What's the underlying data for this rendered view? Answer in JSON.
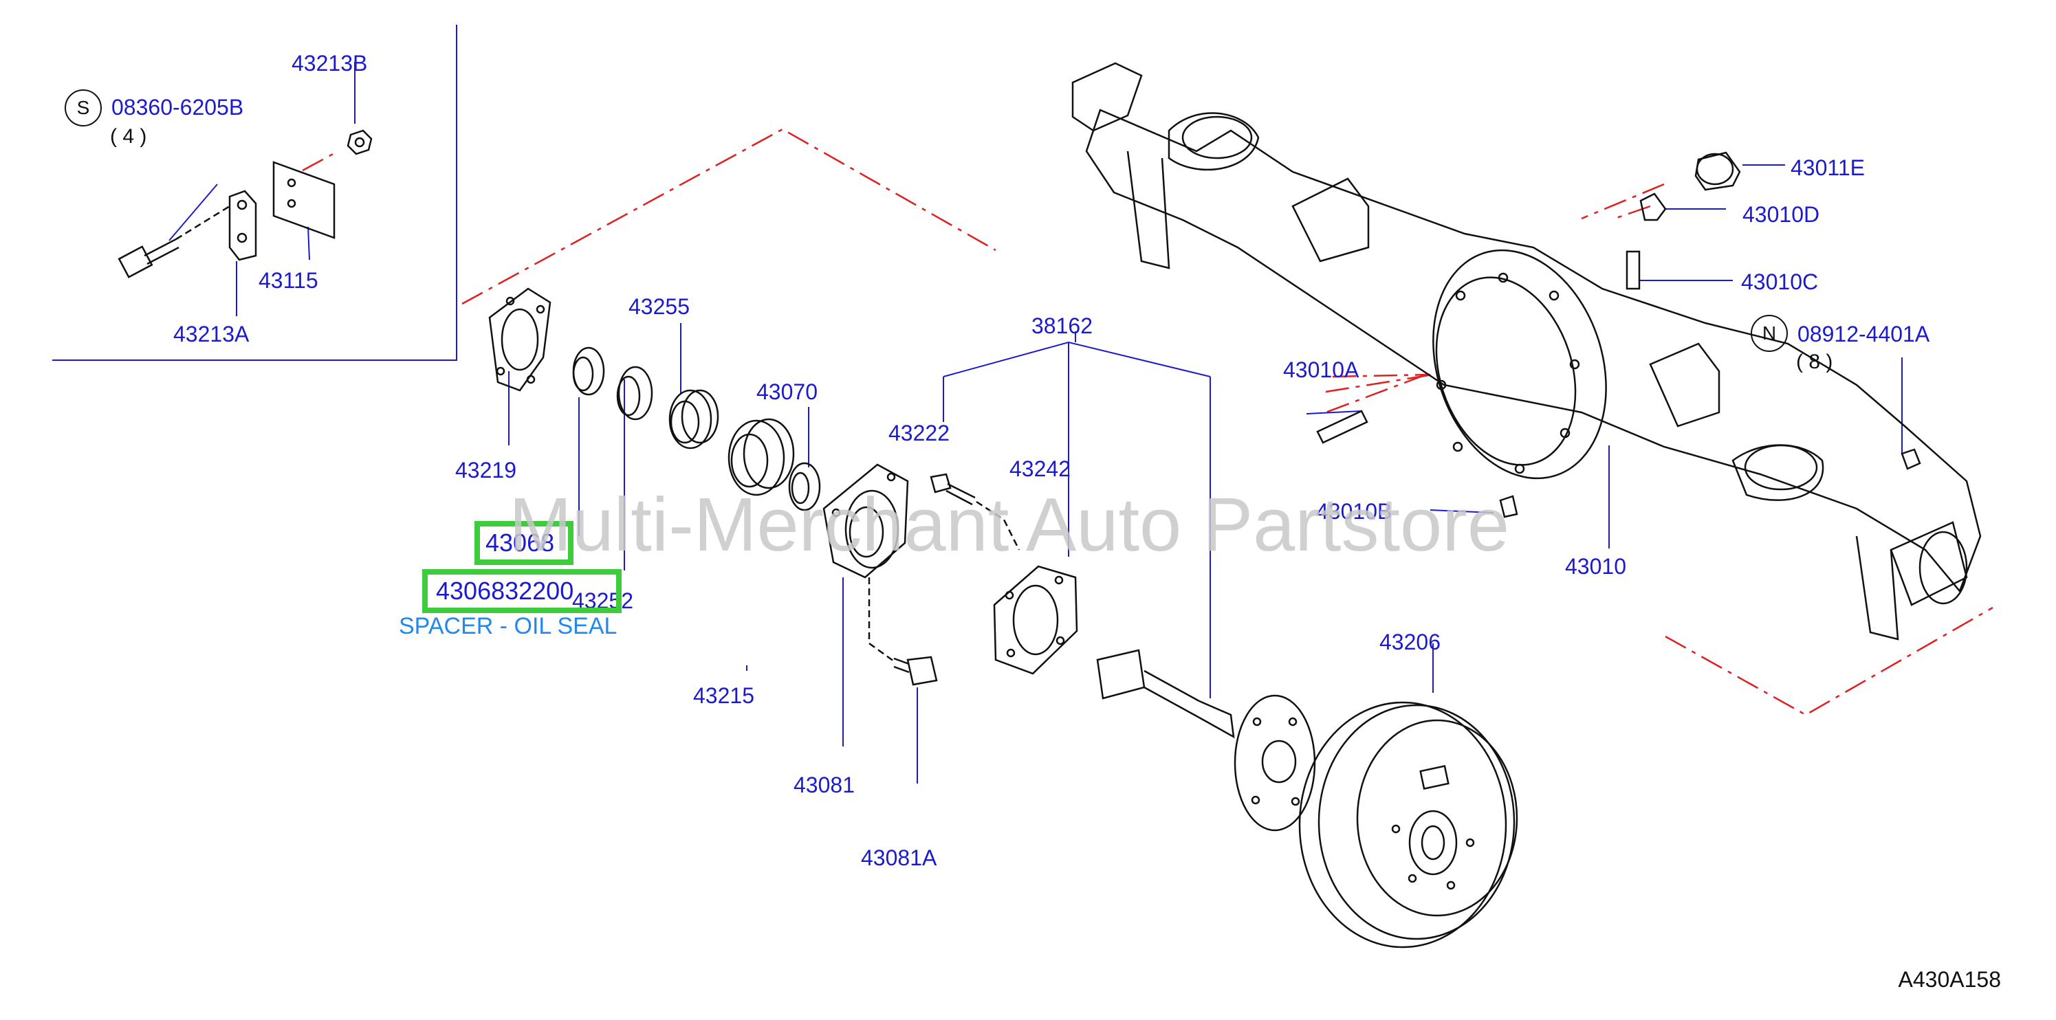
{
  "watermark": "Multi-Merchant Auto Partstore",
  "diagram_code": "A430A158",
  "highlight": {
    "part_code": "43068",
    "part_number": "4306832200",
    "description": "SPACER - OIL SEAL"
  },
  "symbols": {
    "s": "S",
    "n": "N"
  },
  "quantities": {
    "q1": "( 4 )",
    "q2": "( 8 )"
  },
  "parts": {
    "p08360": "08360-6205B",
    "p43213B": "43213B",
    "p43115": "43115",
    "p43213A": "43213A",
    "p43255": "43255",
    "p43219": "43219",
    "p43070": "43070",
    "p43252": "43252",
    "p43215": "43215",
    "p38162": "38162",
    "p43222": "43222",
    "p43242": "43242",
    "p43081": "43081",
    "p43081A": "43081A",
    "p43206": "43206",
    "p43011E": "43011E",
    "p43010D": "43010D",
    "p43010C": "43010C",
    "p08912": "08912-4401A",
    "p43010A": "43010A",
    "p43010B": "43010B",
    "p43010": "43010"
  },
  "colors": {
    "line": "#1a1ad0",
    "highlight": "#3ccc3c",
    "dash": "#e02020",
    "ink": "#111111"
  }
}
